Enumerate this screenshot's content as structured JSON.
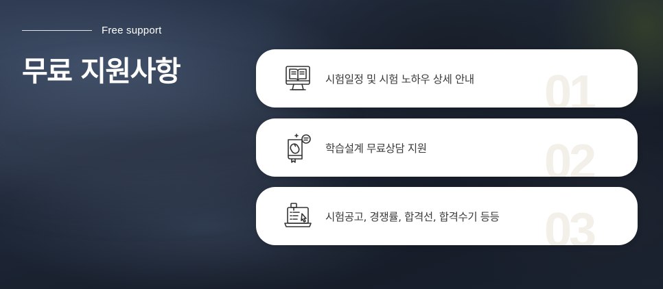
{
  "header": {
    "eyebrow": "Free support",
    "title": "무료 지원사항"
  },
  "items": [
    {
      "number": "01",
      "text": "시험일정 및 시험 노하우 상세 안내",
      "icon": "laptop-book-icon"
    },
    {
      "number": "02",
      "text": "학습설계 무료상담 지원",
      "icon": "book-mouse-icon"
    },
    {
      "number": "03",
      "text": "시험공고, 경쟁률, 합격선, 합격수기 등등",
      "icon": "laptop-checklist-icon"
    }
  ]
}
